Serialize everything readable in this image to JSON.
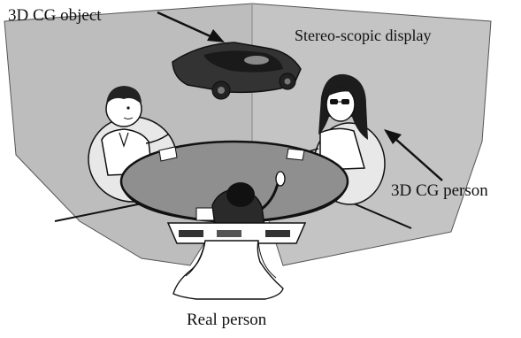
{
  "labels": {
    "cg_object": "3D CG object",
    "stereoscopic_display": "Stereo-scopic display",
    "cg_person": "3D CG person",
    "real_person": "Real person"
  },
  "colors": {
    "screen": "#bdbdbd",
    "table": "#8f8f8f",
    "ink": "#111111",
    "car": "#333333"
  }
}
